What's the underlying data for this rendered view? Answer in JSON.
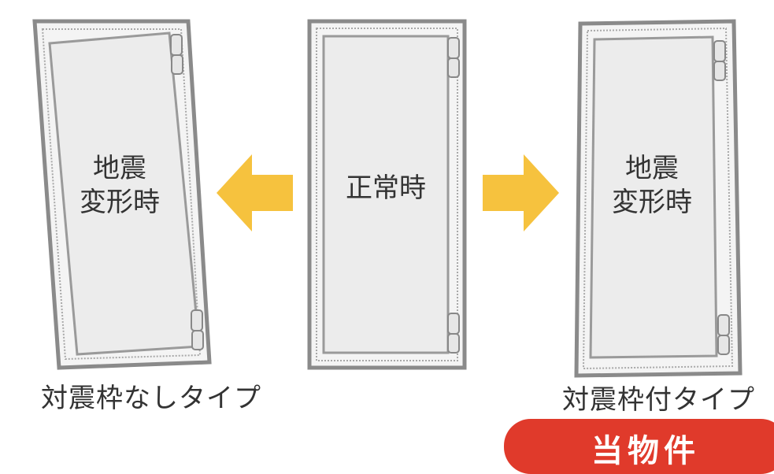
{
  "panels": {
    "left": {
      "label_line1": "地震",
      "label_line2": "変形時",
      "caption": "対震枠なしタイプ"
    },
    "center": {
      "label": "正常時"
    },
    "right": {
      "label_line1": "地震",
      "label_line2": "変形時",
      "caption": "対震枠付タイプ"
    }
  },
  "badge": {
    "text": "当物件"
  },
  "colors": {
    "frame": "#8a8a8a",
    "door_fill": "#ececec",
    "arrow": "#f6c23e",
    "badge": "#e03a2b",
    "text": "#333333"
  }
}
